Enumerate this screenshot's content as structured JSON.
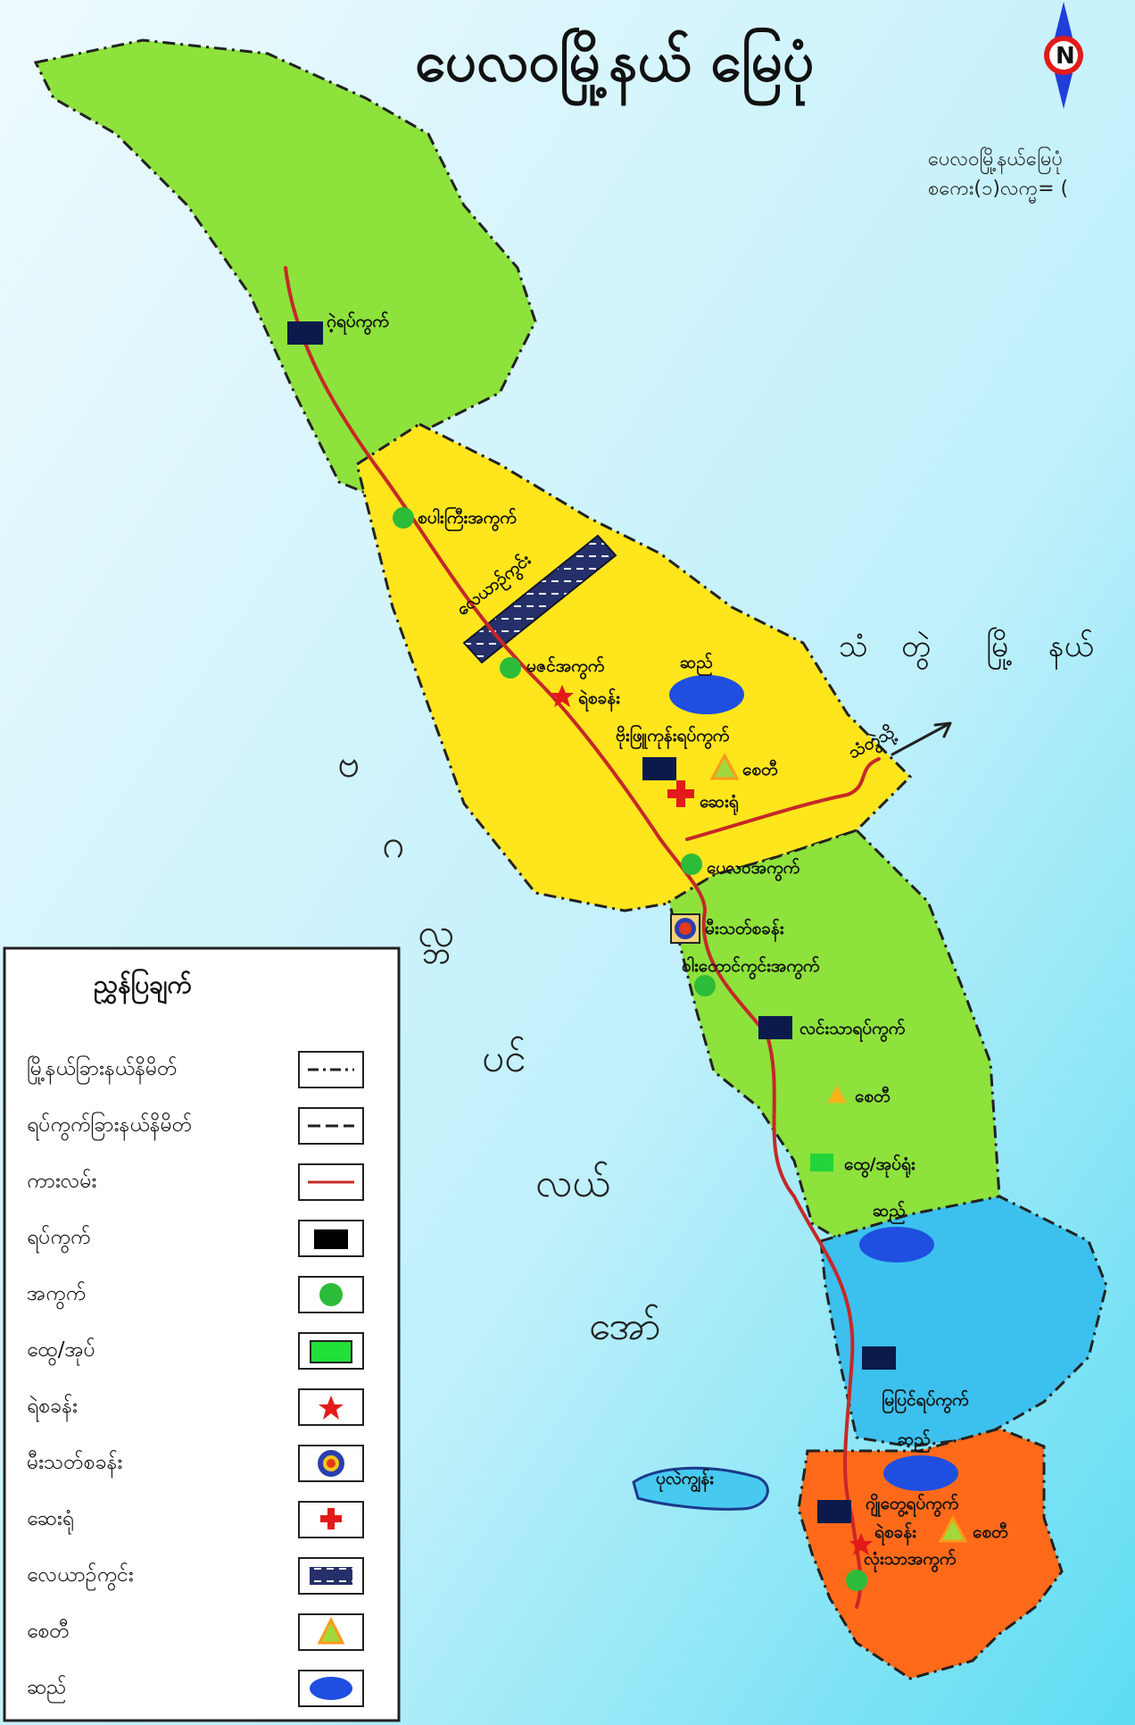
{
  "map": {
    "title": "ပေလဝမြို့နယ် မြေပုံ",
    "scale_line1": "ပေလဝမြို့နယ်မြေပုံ",
    "scale_line2": "စကေး(၁)လက္မ= (",
    "north_letter": "N",
    "neighbor": "သံတွဲမြို့နယ်",
    "neighbor_parts": [
      "သံ",
      "တွဲ",
      "မြို့",
      "နယ်"
    ],
    "road_to": "သံတွဲသို့",
    "sea_chars": [
      "ဗ",
      "ဂ",
      "လ္ဘ",
      "ပင်",
      "လယ်",
      "အော်"
    ],
    "island": "ပုလဲကျွန်း",
    "colors": {
      "sea": "#c9f1fb",
      "green": "#8de23c",
      "yellow": "#ffe51c",
      "blue": "#3cc0ee",
      "orange": "#ff6a1a",
      "road": "#c62828",
      "tract": "#0b1a4a",
      "village": "#2dbb3a",
      "lake": "#1f4fe0"
    }
  },
  "places": [
    {
      "name": "ဂဲ့ရပ်ကွက်"
    },
    {
      "name": "စပါးကြီးအကွက်"
    },
    {
      "name": "လေယာဉ်ကွင်း"
    },
    {
      "name": "မဇင်အကွက်"
    },
    {
      "name": "ရဲစခန်း"
    },
    {
      "name": "ဆည်"
    },
    {
      "name": "ဗိုးဖြူကုန်းရပ်ကွက်"
    },
    {
      "name": "စေတီ"
    },
    {
      "name": "ဆေးရုံ"
    },
    {
      "name": "ပေလဝအကွက်"
    },
    {
      "name": "မီးသတ်စခန်း"
    },
    {
      "name": "ဝါးတောင်ကွင်းအကွက်"
    },
    {
      "name": "လင်းသာရပ်ကွက်"
    },
    {
      "name": "စေတီ"
    },
    {
      "name": "ထွေ/အုပ်ရုံး"
    },
    {
      "name": "ဆည်"
    },
    {
      "name": "မြပြင်ရပ်ကွက်"
    },
    {
      "name": "ဆည်"
    },
    {
      "name": "ဂျိုတွေ့ရပ်ကွက်"
    },
    {
      "name": "ရဲစခန်း"
    },
    {
      "name": "စေတီ"
    },
    {
      "name": "လုံးသာအကွက်"
    }
  ],
  "legend": {
    "title": "ညွှန်ပြချက်",
    "items": [
      {
        "label": "မြို့နယ်ခြားနယ်နိမိတ်",
        "symbol": "township-boundary"
      },
      {
        "label": "ရပ်ကွက်ခြားနယ်နိမိတ်",
        "symbol": "ward-boundary"
      },
      {
        "label": "ကားလမ်း",
        "symbol": "road"
      },
      {
        "label": "ရပ်ကွက်",
        "symbol": "ward"
      },
      {
        "label": "အကွက်",
        "symbol": "village-tract"
      },
      {
        "label": "ထွေ/အုပ်",
        "symbol": "gad-office"
      },
      {
        "label": "ရဲစခန်း",
        "symbol": "police-station"
      },
      {
        "label": "မီးသတ်စခန်း",
        "symbol": "fire-station"
      },
      {
        "label": "ဆေးရုံ",
        "symbol": "hospital"
      },
      {
        "label": "လေယာဉ်ကွင်း",
        "symbol": "airport"
      },
      {
        "label": "စေတီ",
        "symbol": "pagoda"
      },
      {
        "label": "ဆည်",
        "symbol": "dam"
      }
    ]
  }
}
